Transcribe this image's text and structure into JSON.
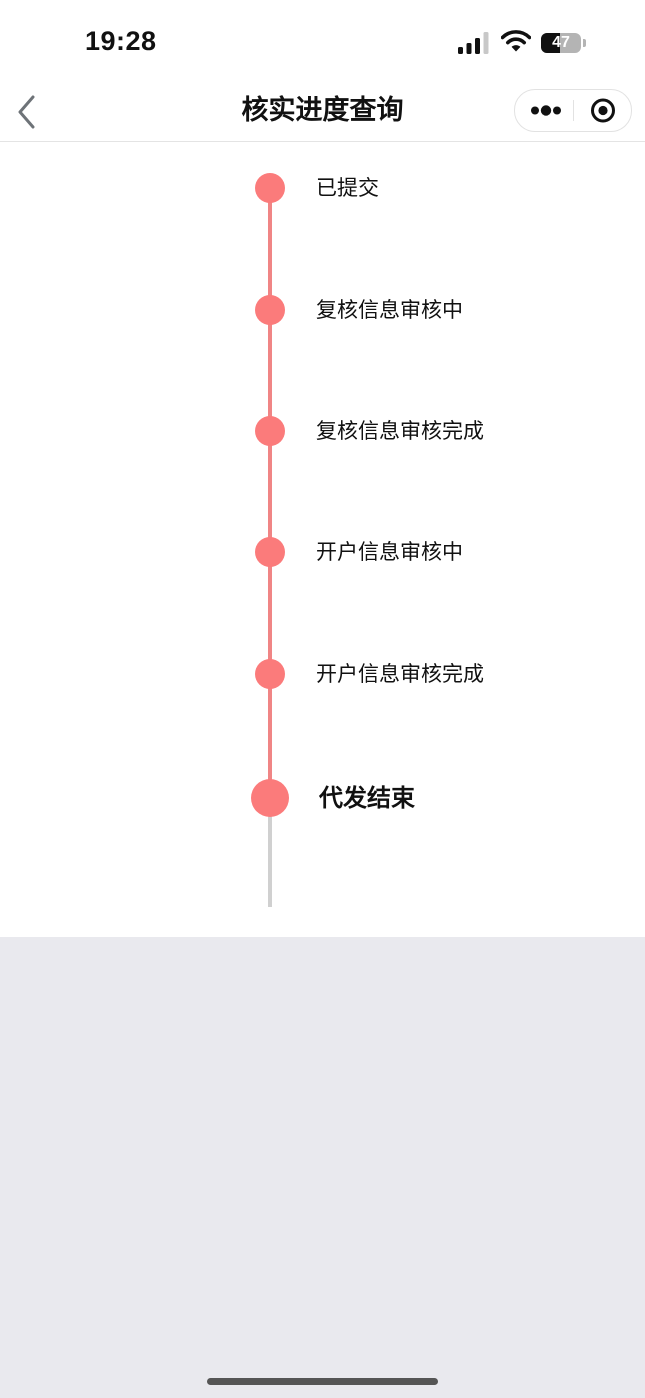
{
  "status_bar": {
    "time": "19:28",
    "battery_level": "47",
    "battery_percent": 47,
    "signal_bars_active": 3,
    "signal_bars_total": 4
  },
  "nav": {
    "title": "核实进度查询",
    "back_icon": "chevron-left-icon",
    "more_icon": "more-dots-icon",
    "close_icon": "target-circle-icon"
  },
  "timeline": {
    "steps": [
      {
        "label": "已提交",
        "status": "done"
      },
      {
        "label": "复核信息审核中",
        "status": "done"
      },
      {
        "label": "复核信息审核完成",
        "status": "done"
      },
      {
        "label": "开户信息审核中",
        "status": "done"
      },
      {
        "label": "开户信息审核完成",
        "status": "done"
      },
      {
        "label": "代发结束",
        "status": "current"
      }
    ]
  },
  "colors": {
    "accent": "#fb7b7b",
    "line_done": "#f08585",
    "line_pending": "#d0d0d0",
    "page_bg": "#e9e9ee"
  }
}
